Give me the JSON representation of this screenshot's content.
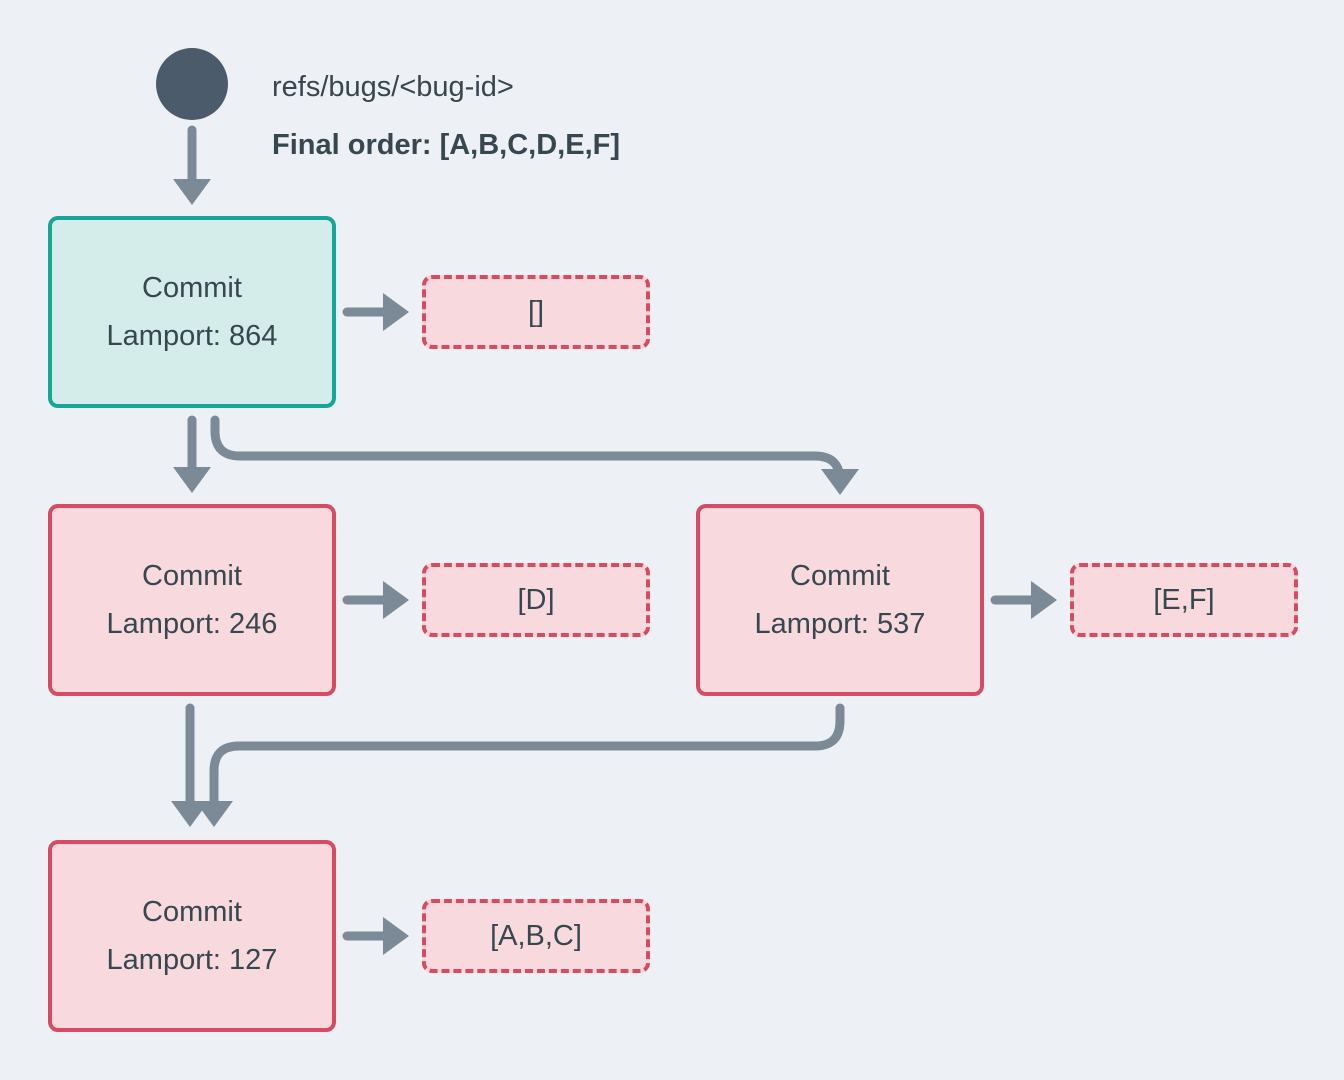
{
  "header": {
    "ref_label": "refs/bugs/<bug-id>",
    "final_order": "Final order: [A,B,C,D,E,F]"
  },
  "nodes": [
    {
      "id": "commit-864",
      "title": "Commit",
      "lamport": "Lamport: 864",
      "kind": "head"
    },
    {
      "id": "commit-246",
      "title": "Commit",
      "lamport": "Lamport: 246",
      "kind": "normal"
    },
    {
      "id": "commit-537",
      "title": "Commit",
      "lamport": "Lamport: 537",
      "kind": "normal"
    },
    {
      "id": "commit-127",
      "title": "Commit",
      "lamport": "Lamport: 127",
      "kind": "normal"
    }
  ],
  "operations": [
    {
      "for": "commit-864",
      "value": "[]"
    },
    {
      "for": "commit-246",
      "value": "[D]"
    },
    {
      "for": "commit-537",
      "value": "[E,F]"
    },
    {
      "for": "commit-127",
      "value": "[A,B,C]"
    }
  ],
  "colors": {
    "bg": "#edf1f5",
    "text": "#37474f",
    "circle": "#4b5b6b",
    "edge": "#7b8a96",
    "head_border": "#16a698",
    "head_fill": "#d4edea",
    "commit_border": "#d84b62",
    "commit_fill": "#f8dade"
  }
}
